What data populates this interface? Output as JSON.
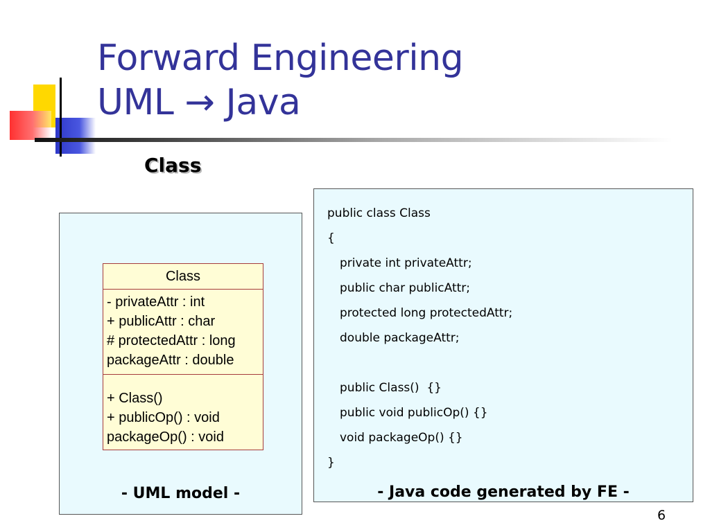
{
  "slide": {
    "title_line1": "Forward Engineering",
    "title_line2": "UML → Java",
    "section_heading": "Class",
    "page_number": "6",
    "colors": {
      "title": "#333399",
      "panel_bg": "#e9fafe",
      "class_box_bg": "#fffdd6",
      "class_box_border": "#a53a3a"
    }
  },
  "uml": {
    "class_name": "Class",
    "attributes": [
      "- privateAttr : int",
      "+ publicAttr : char",
      "# protectedAttr : long",
      "packageAttr : double"
    ],
    "operations": [
      "+ Class()",
      "+ publicOp() : void",
      "packageOp() : void"
    ],
    "caption": "- UML model -"
  },
  "java": {
    "lines": [
      "public class Class",
      "{",
      "private int privateAttr;",
      "public char publicAttr;",
      "protected long protectedAttr;",
      "double packageAttr;",
      "",
      "public Class()  {}",
      "public void publicOp() {}",
      "void packageOp() {}",
      "}"
    ],
    "caption": "- Java code generated by FE -"
  }
}
